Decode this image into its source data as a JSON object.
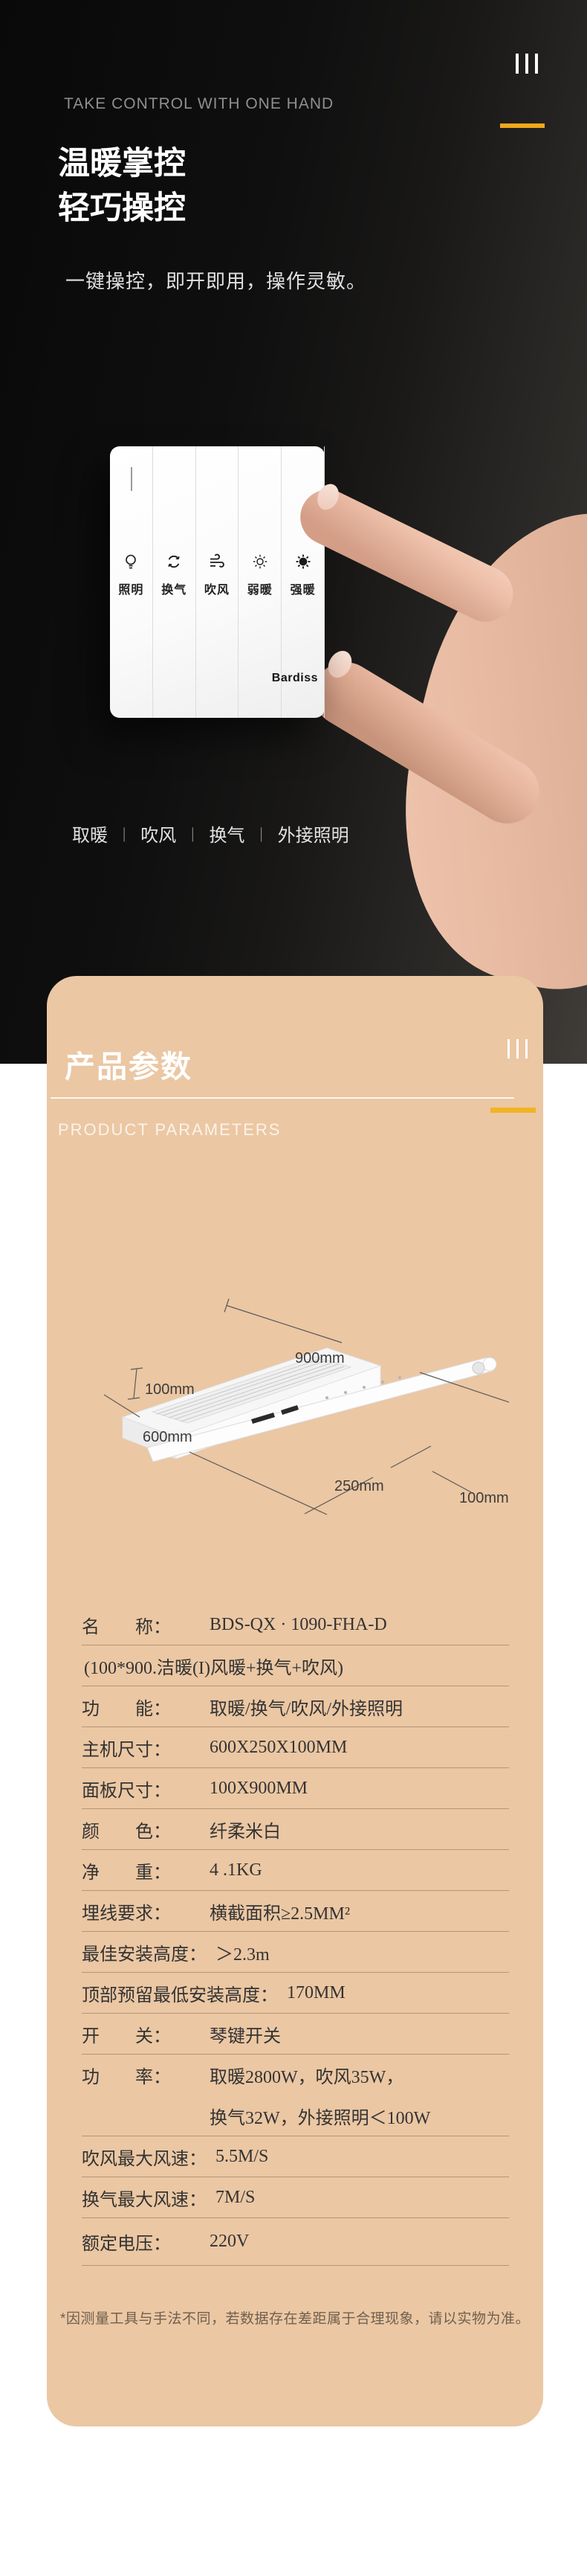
{
  "hero": {
    "tagline": "TAKE CONTROL WITH ONE HAND",
    "title_line1": "温暖掌控",
    "title_line2": "轻巧操控",
    "subtitle": "一键操控，即开即用，操作灵敏。",
    "features": [
      "取暖",
      "吹风",
      "换气",
      "外接照明"
    ],
    "feature_separator": "|",
    "accent_color": "#f0a81c"
  },
  "switch_panel": {
    "brand": "Bardiss",
    "buttons": [
      {
        "icon": "bulb-icon",
        "label": "照明"
      },
      {
        "icon": "vent-cycle-icon",
        "label": "换气"
      },
      {
        "icon": "wind-icon",
        "label": "吹风"
      },
      {
        "icon": "sun-low-icon",
        "label": "弱暖"
      },
      {
        "icon": "sun-high-icon",
        "label": "强暖"
      }
    ]
  },
  "params": {
    "title": "产品参数",
    "subtitle": "PRODUCT PARAMETERS",
    "accent_color": "#f2b324",
    "card_color": "#ebc7a3",
    "diagram_labels": [
      "900mm",
      "100mm",
      "600mm",
      "250mm",
      "100mm"
    ],
    "specs": [
      {
        "label": "名　　称：",
        "value": "BDS-QX · 1090-FHA-D"
      },
      {
        "label": "",
        "value": "(100*900.洁暖(I)风暖+换气+吹风)"
      },
      {
        "label": "功　　能：",
        "value": "取暖/换气/吹风/外接照明"
      },
      {
        "label": "主机尺寸：",
        "value": "600X250X100MM"
      },
      {
        "label": "面板尺寸：",
        "value": "100X900MM"
      },
      {
        "label": "颜　　色：",
        "value": "纤柔米白"
      },
      {
        "label": "净　　重：",
        "value": "4 .1KG"
      },
      {
        "label": "埋线要求：",
        "value": "横截面积≥2.5MM²"
      },
      {
        "label": "最佳安装高度：",
        "value": "＞2.3m"
      },
      {
        "label": "顶部预留最低安装高度：",
        "value": "170MM"
      },
      {
        "label": "开　　关：",
        "value": "琴键开关"
      },
      {
        "label": "功　　率：",
        "value": "取暖2800W，吹风35W，"
      },
      {
        "label": "",
        "value": "换气32W，外接照明＜100W"
      },
      {
        "label": "吹风最大风速：",
        "value": "5.5M/S"
      },
      {
        "label": "换气最大风速：",
        "value": "7M/S"
      },
      {
        "label": "额定电压：",
        "value": "220V"
      }
    ],
    "footnote": "*因测量工具与手法不同，若数据存在差距属于合理现象，请以实物为准。"
  }
}
